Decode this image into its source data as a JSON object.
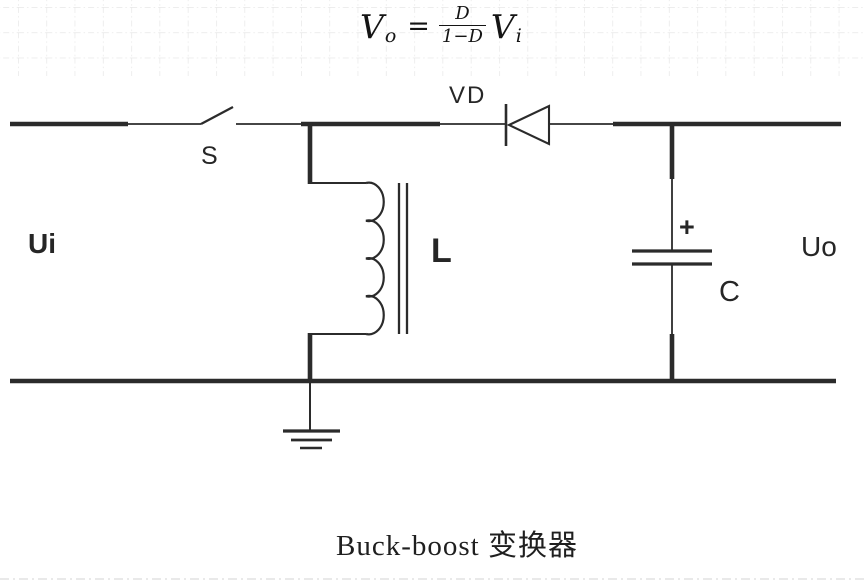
{
  "formula": {
    "v1": "V",
    "sub1": "o",
    "eq": "=",
    "numerator": "D",
    "denominator": "1−D",
    "v2": "V",
    "sub2": "i"
  },
  "labels": {
    "switch": "S",
    "diode": "VD",
    "inductor": "L",
    "capacitor": "C",
    "capacitor_polarity": "+",
    "input_voltage": "Ui",
    "output_voltage": "Uo"
  },
  "caption": "Buck-boost 变换器",
  "colors": {
    "wire": "#2b2b2b",
    "text": "#222222",
    "grid": "#e7e7e7",
    "background": "#ffffff"
  }
}
